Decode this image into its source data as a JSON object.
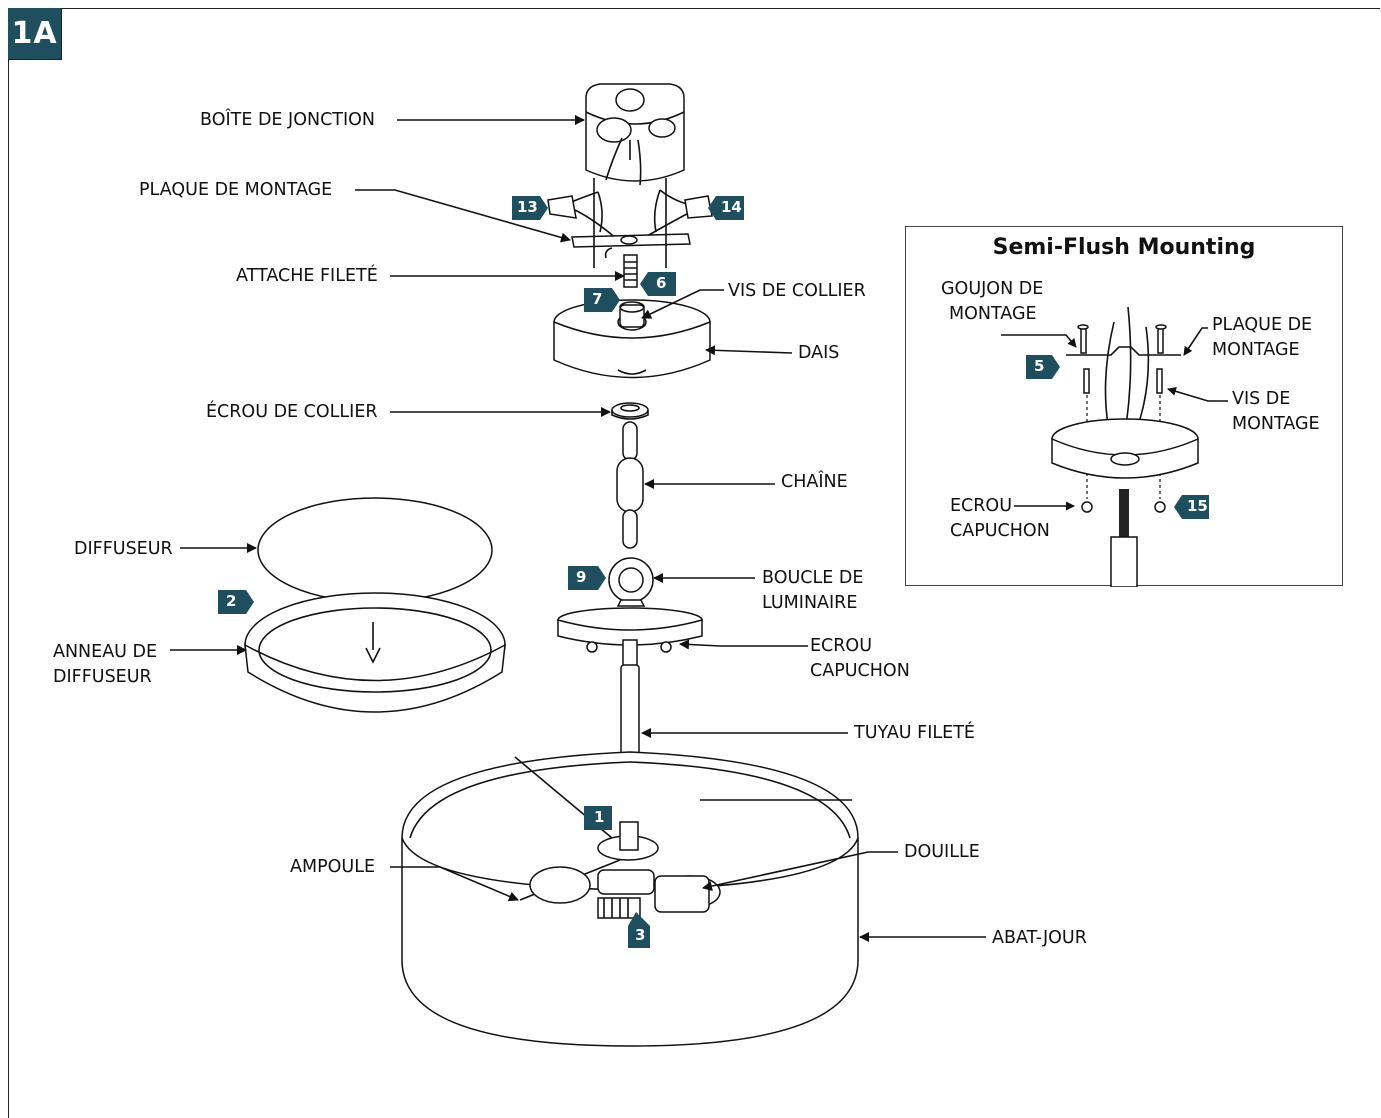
{
  "badge": "1A",
  "labels": {
    "junction_box": "BOÎTE DE JONCTION",
    "mounting_plate": "PLAQUE DE MONTAGE",
    "threaded_stud": "ATTACHE FILETÉ",
    "collar_screw": "VIS DE COLLIER",
    "canopy": "DAIS",
    "collar_nut": "ÉCROU DE COLLIER",
    "chain": "CHAÎNE",
    "diffuser": "DIFFUSEUR",
    "diffuser_ring_1": "ANNEAU DE",
    "diffuser_ring_2": "DIFFUSEUR",
    "fixture_loop_1": "BOUCLE DE",
    "fixture_loop_2": "LUMINAIRE",
    "cap_nut_1": "ECROU",
    "cap_nut_2": "CAPUCHON",
    "threaded_pipe": "TUYAU FILETÉ",
    "bulb": "AMPOULE",
    "socket": "DOUILLE",
    "shade": "ABAT-JOUR"
  },
  "inset": {
    "title": "Semi-Flush Mounting",
    "stud_1": "GOUJON DE",
    "stud_2": "MONTAGE",
    "plate_1": "PLAQUE DE",
    "plate_2": "MONTAGE",
    "screw_1": "VIS DE",
    "screw_2": "MONTAGE",
    "cap_nut_1": "ECROU",
    "cap_nut_2": "CAPUCHON"
  },
  "steps": {
    "s13": "13",
    "s14": "14",
    "s6": "6",
    "s7": "7",
    "s2": "2",
    "s9": "9",
    "s1": "1",
    "s3": "3",
    "s5": "5",
    "s15": "15"
  },
  "colors": {
    "accent": "#1f4f5f"
  }
}
